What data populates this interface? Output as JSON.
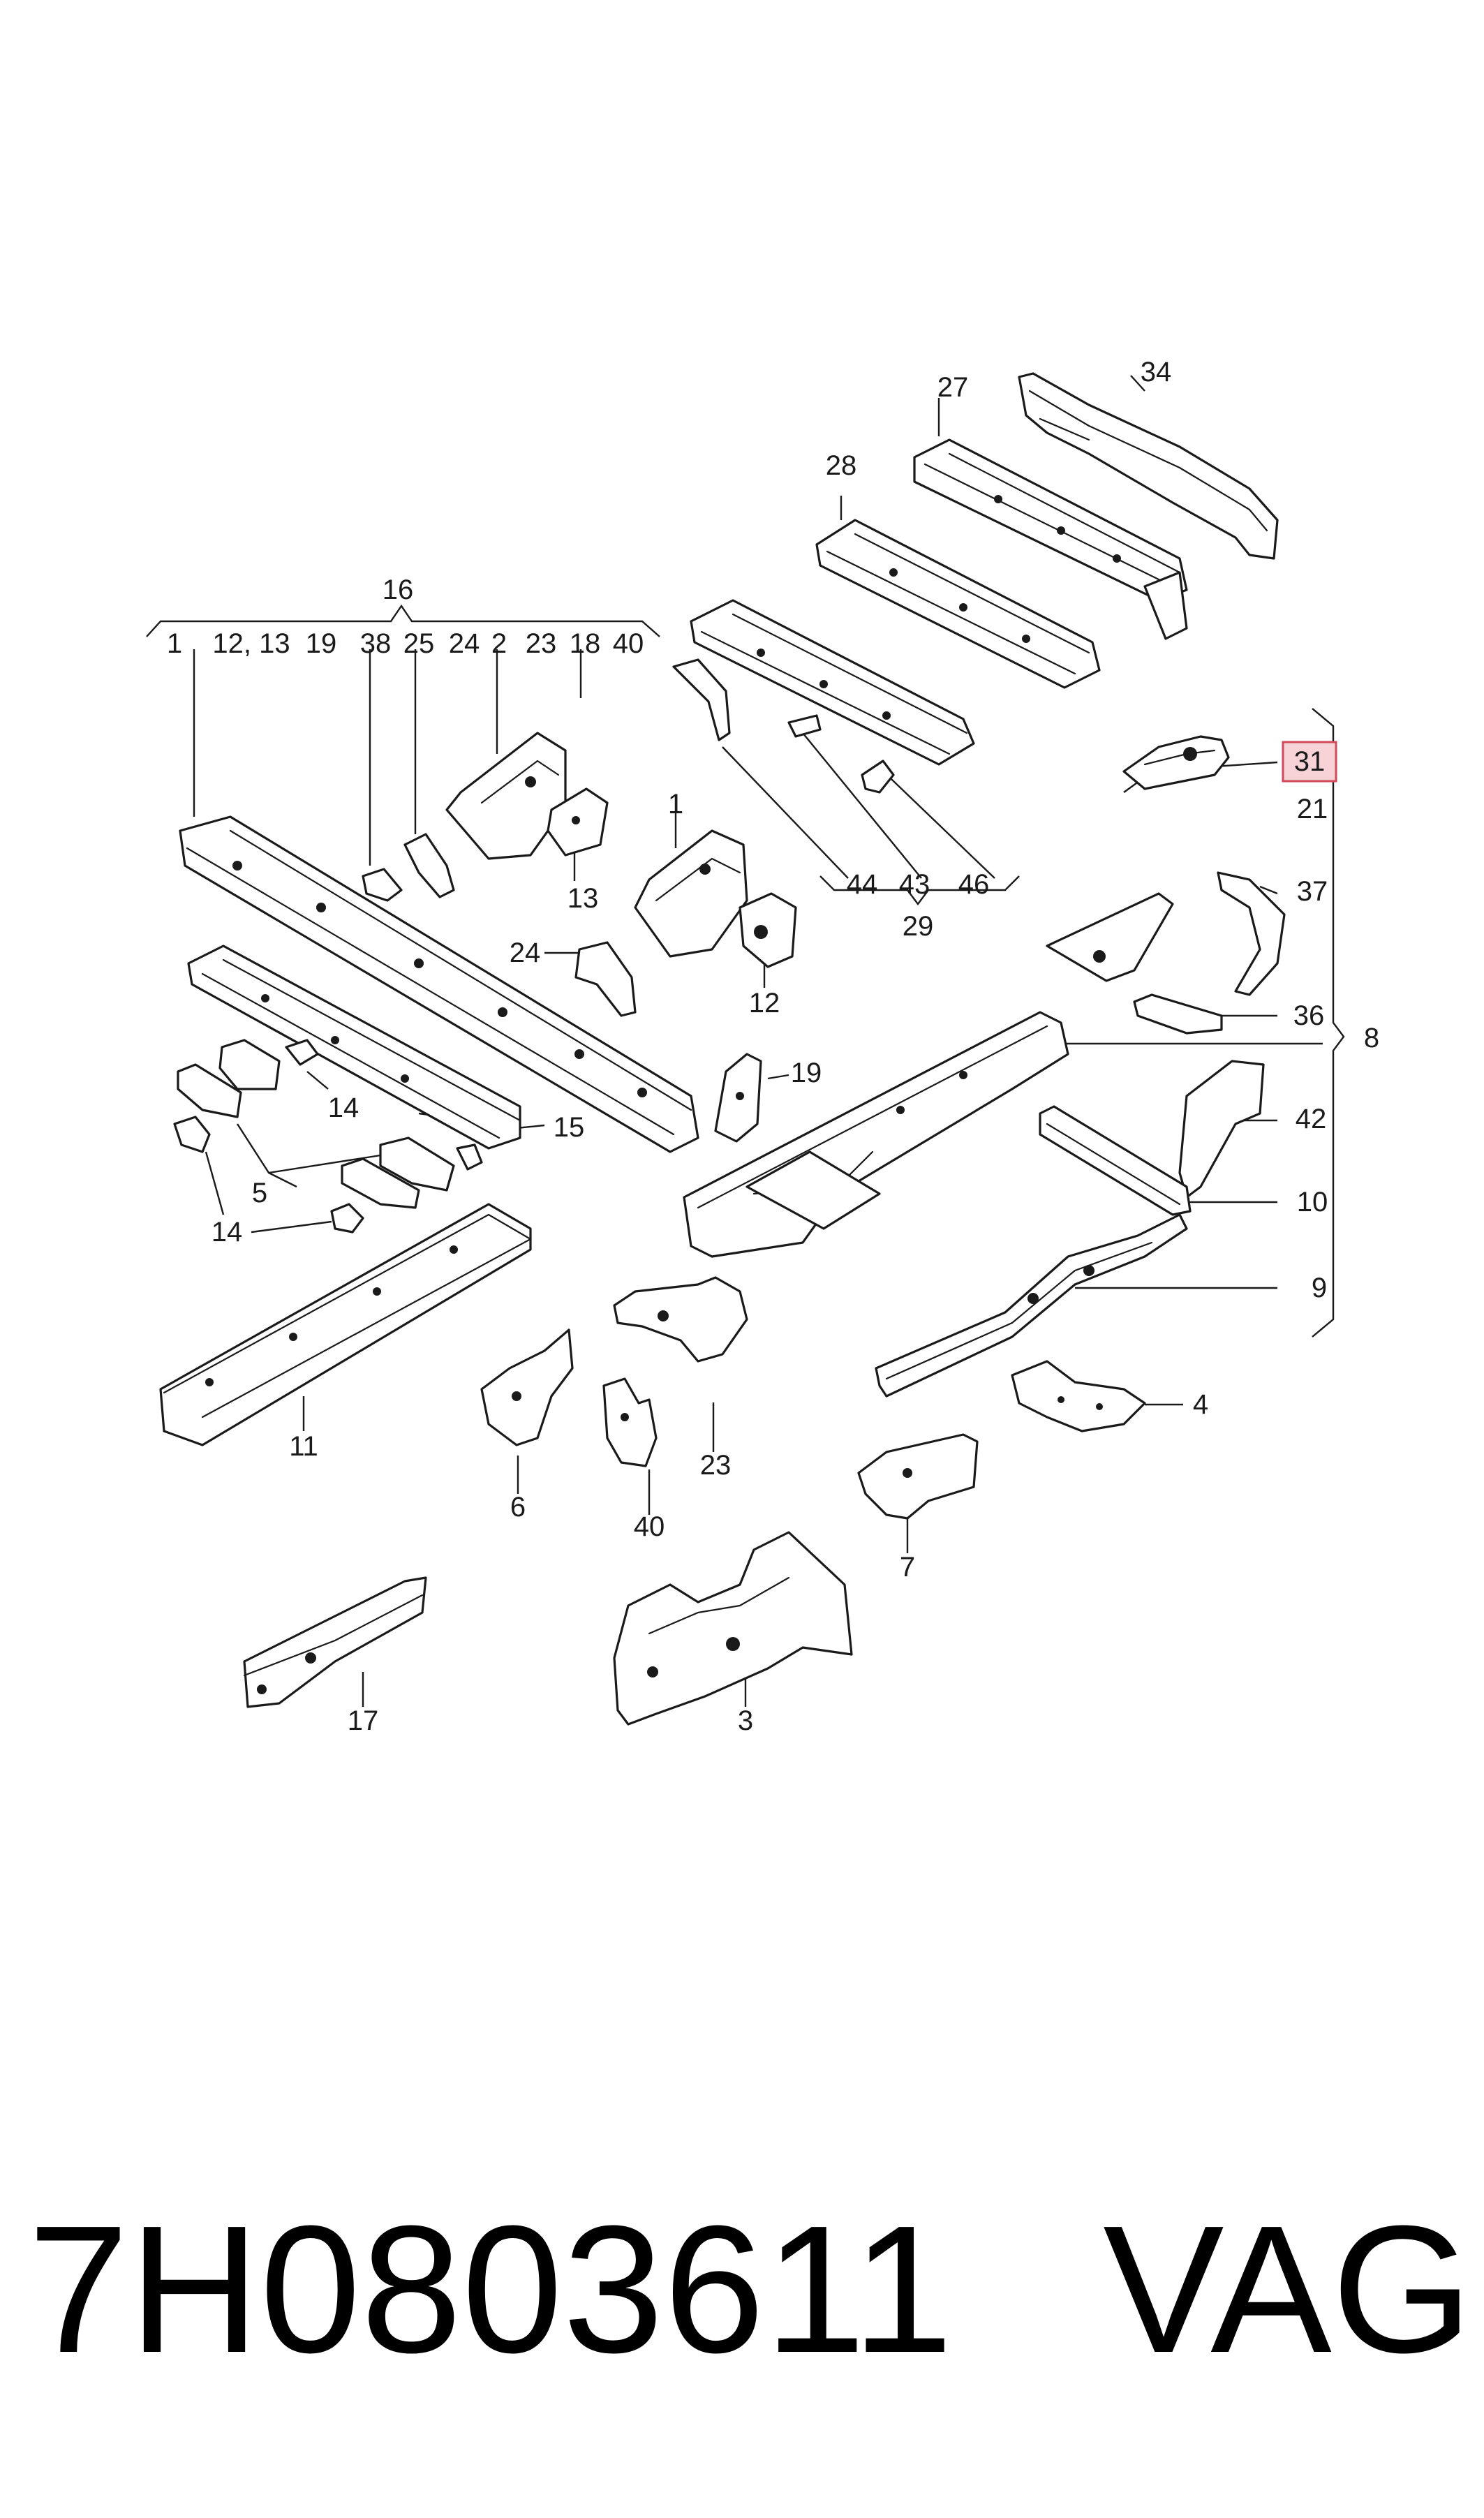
{
  "callouts": {
    "c1": "1",
    "c1b": "1",
    "c2": "2",
    "c3": "3",
    "c4": "4",
    "c5": "5",
    "c6": "6",
    "c7": "7",
    "c8": "8",
    "c9": "9",
    "c10": "10",
    "c11": "11",
    "c12": "12",
    "c12_13": "12, 13",
    "c13": "13",
    "c14a": "14",
    "c14b": "14",
    "c15": "15",
    "c16": "16",
    "c17": "17",
    "c18": "18",
    "c19": "19",
    "c19b": "19",
    "c21": "21",
    "c23": "23",
    "c23b": "23",
    "c24": "24",
    "c24b": "24",
    "c25": "25",
    "c27": "27",
    "c28": "28",
    "c29": "29",
    "c31": "31",
    "c34": "34",
    "c36": "36",
    "c37": "37",
    "c38": "38",
    "c40": "40",
    "c40b": "40",
    "c42": "42",
    "c43": "43",
    "c44": "44",
    "c46": "46"
  },
  "highlight": {
    "part_number": "31",
    "color": "#f7d2d6",
    "border": "#d2495a"
  },
  "footer": {
    "part_code": "7H0803611",
    "brand": "VAG"
  }
}
